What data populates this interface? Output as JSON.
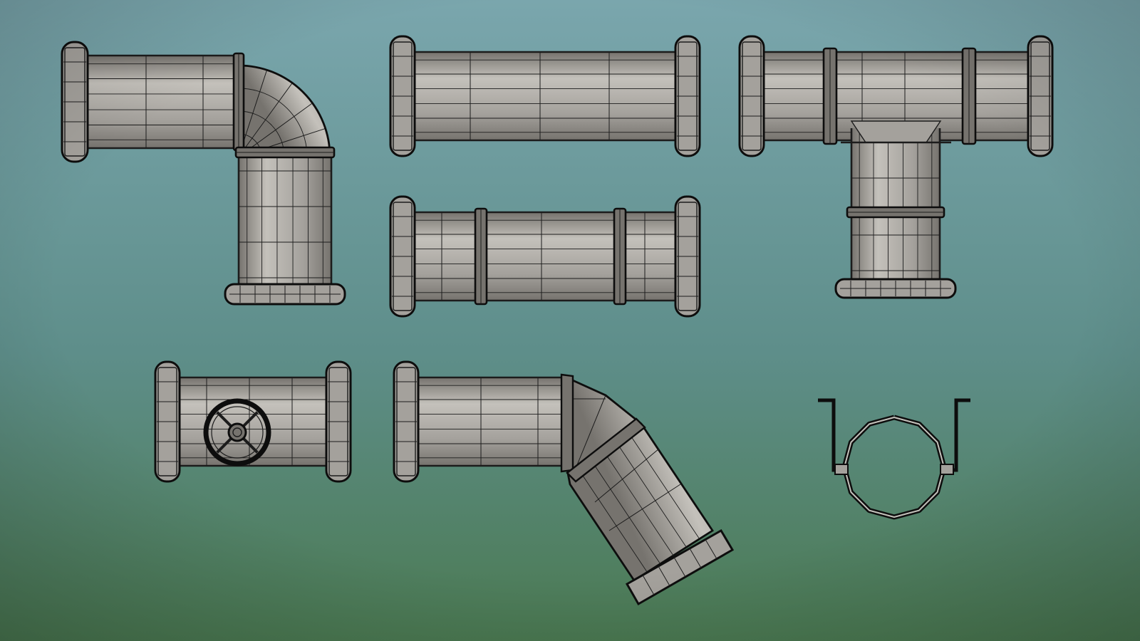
{
  "scene": {
    "kind": "3d-wireframe-model-sheet",
    "background_top": "#7aa6ad",
    "background_mid": "#5e8e8a",
    "background_bottom": "#4b7a52",
    "pipe_fill": "#a4a19c",
    "pipe_fill_light": "#c4c1bb",
    "pipe_fill_dark": "#76736e",
    "wire_color": "#1c1c1c",
    "outline_color": "#0d0d0d"
  },
  "assets": [
    {
      "id": "elbow-90",
      "kind": "90-degree-elbow-pipe",
      "flanges": 2
    },
    {
      "id": "straight-plain",
      "kind": "straight-pipe",
      "flanges": 2,
      "rings": 0
    },
    {
      "id": "straight-rings",
      "kind": "straight-pipe",
      "flanges": 2,
      "rings": 2
    },
    {
      "id": "tee",
      "kind": "tee-junction-pipe",
      "flanges": 3,
      "rings": 3
    },
    {
      "id": "valve",
      "kind": "valve-pipe",
      "flanges": 2,
      "handwheel_spokes": 4
    },
    {
      "id": "elbow-45",
      "kind": "45-degree-elbow-pipe",
      "flanges": 2
    },
    {
      "id": "clamp",
      "kind": "pipe-clamp-bracket",
      "segments": 12
    }
  ]
}
